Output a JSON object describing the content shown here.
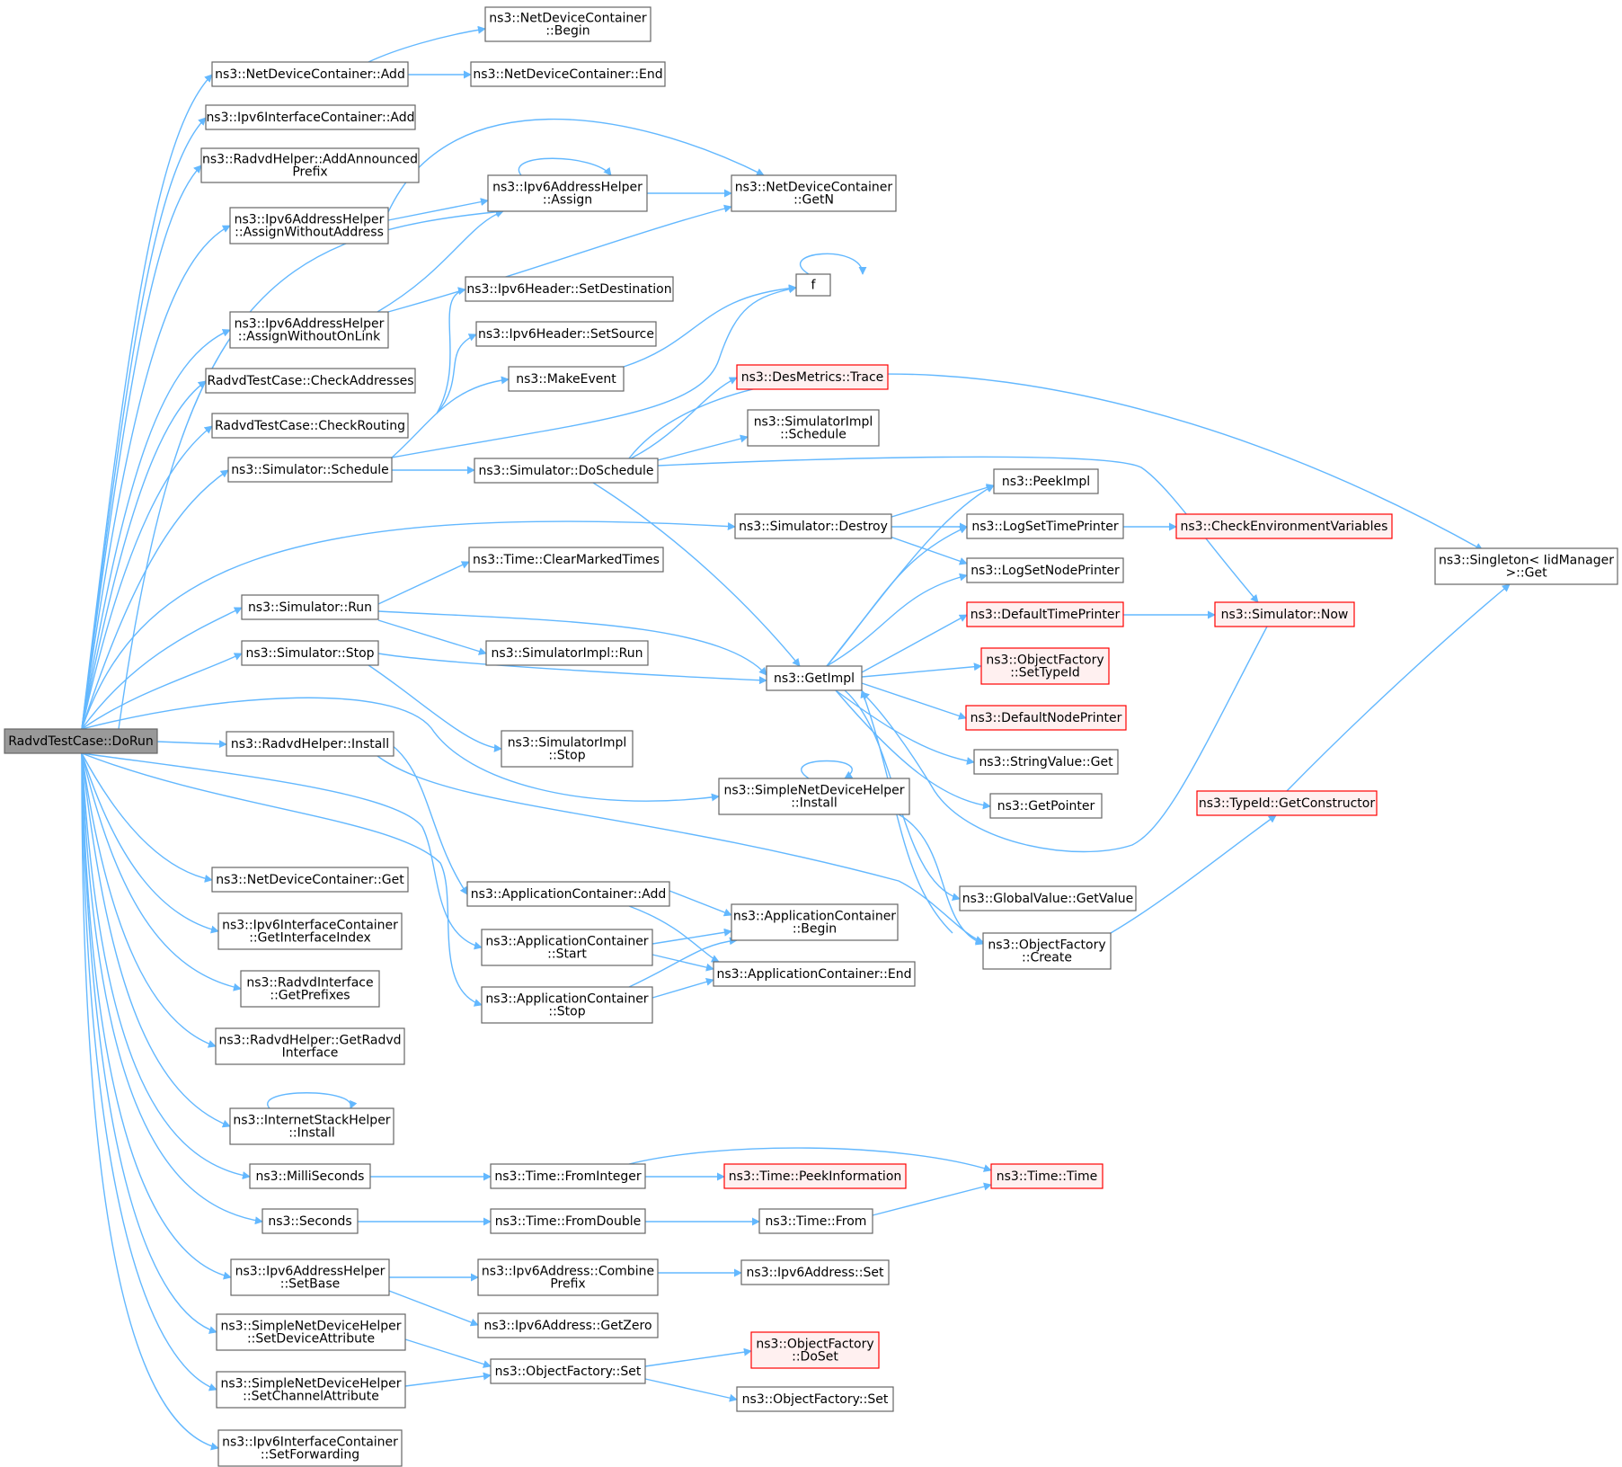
{
  "colors": {
    "edge": "#63b8ff",
    "node_border": "#666666",
    "node_fill": "#ffffff",
    "root_fill": "#999999",
    "truncated_border": "#ff0000",
    "truncated_fill": "#fff0f0"
  },
  "nodes": [
    {
      "id": "root",
      "lines": [
        "RadvdTestCase::DoRun"
      ],
      "kind": "root"
    },
    {
      "id": "ndc_add",
      "lines": [
        "ns3::NetDeviceContainer::Add"
      ],
      "kind": "normal"
    },
    {
      "id": "ndc_begin",
      "lines": [
        "ns3::NetDeviceContainer",
        "::Begin"
      ],
      "kind": "normal"
    },
    {
      "id": "ndc_end",
      "lines": [
        "ns3::NetDeviceContainer::End"
      ],
      "kind": "normal"
    },
    {
      "id": "iic_add",
      "lines": [
        "ns3::Ipv6InterfaceContainer::Add"
      ],
      "kind": "normal"
    },
    {
      "id": "rh_addann",
      "lines": [
        "ns3::RadvdHelper::AddAnnounced",
        "Prefix"
      ],
      "kind": "normal"
    },
    {
      "id": "iah_assign",
      "lines": [
        "ns3::Ipv6AddressHelper",
        "::Assign"
      ],
      "kind": "normal"
    },
    {
      "id": "ndc_getn",
      "lines": [
        "ns3::NetDeviceContainer",
        "::GetN"
      ],
      "kind": "normal"
    },
    {
      "id": "iah_awa",
      "lines": [
        "ns3::Ipv6AddressHelper",
        "::AssignWithoutAddress"
      ],
      "kind": "normal"
    },
    {
      "id": "iah_awol",
      "lines": [
        "ns3::Ipv6AddressHelper",
        "::AssignWithoutOnLink"
      ],
      "kind": "normal"
    },
    {
      "id": "f",
      "lines": [
        "f"
      ],
      "kind": "normal"
    },
    {
      "id": "ih_setdest",
      "lines": [
        "ns3::Ipv6Header::SetDestination"
      ],
      "kind": "normal"
    },
    {
      "id": "ih_setsrc",
      "lines": [
        "ns3::Ipv6Header::SetSource"
      ],
      "kind": "normal"
    },
    {
      "id": "rtc_checkaddr",
      "lines": [
        "RadvdTestCase::CheckAddresses"
      ],
      "kind": "normal"
    },
    {
      "id": "makeevent",
      "lines": [
        "ns3::MakeEvent"
      ],
      "kind": "normal"
    },
    {
      "id": "desmetrics",
      "lines": [
        "ns3::DesMetrics::Trace"
      ],
      "kind": "truncated"
    },
    {
      "id": "rtc_checkrouting",
      "lines": [
        "RadvdTestCase::CheckRouting"
      ],
      "kind": "normal"
    },
    {
      "id": "simimpl_schedule",
      "lines": [
        "ns3::SimulatorImpl",
        "::Schedule"
      ],
      "kind": "normal"
    },
    {
      "id": "sim_schedule",
      "lines": [
        "ns3::Simulator::Schedule"
      ],
      "kind": "normal"
    },
    {
      "id": "sim_doschedule",
      "lines": [
        "ns3::Simulator::DoSchedule"
      ],
      "kind": "normal"
    },
    {
      "id": "peekimpl",
      "lines": [
        "ns3::PeekImpl"
      ],
      "kind": "normal"
    },
    {
      "id": "sim_destroy",
      "lines": [
        "ns3::Simulator::Destroy"
      ],
      "kind": "normal"
    },
    {
      "id": "logsettime",
      "lines": [
        "ns3::LogSetTimePrinter"
      ],
      "kind": "normal"
    },
    {
      "id": "checkenv",
      "lines": [
        "ns3::CheckEnvironmentVariables"
      ],
      "kind": "truncated"
    },
    {
      "id": "singleton_get",
      "lines": [
        "ns3::Singleton< IidManager",
        "  >::Get"
      ],
      "kind": "normal"
    },
    {
      "id": "time_clearmarked",
      "lines": [
        "ns3::Time::ClearMarkedTimes"
      ],
      "kind": "normal"
    },
    {
      "id": "logsetnode",
      "lines": [
        "ns3::LogSetNodePrinter"
      ],
      "kind": "normal"
    },
    {
      "id": "sim_run",
      "lines": [
        "ns3::Simulator::Run"
      ],
      "kind": "normal"
    },
    {
      "id": "deftimeprinter",
      "lines": [
        "ns3::DefaultTimePrinter"
      ],
      "kind": "truncated"
    },
    {
      "id": "sim_now",
      "lines": [
        "ns3::Simulator::Now"
      ],
      "kind": "truncated"
    },
    {
      "id": "simimpl_run",
      "lines": [
        "ns3::SimulatorImpl::Run"
      ],
      "kind": "normal"
    },
    {
      "id": "sim_stop",
      "lines": [
        "ns3::Simulator::Stop"
      ],
      "kind": "normal"
    },
    {
      "id": "getimpl",
      "lines": [
        "ns3::GetImpl"
      ],
      "kind": "normal"
    },
    {
      "id": "of_settypeid",
      "lines": [
        "ns3::ObjectFactory",
        "::SetTypeId"
      ],
      "kind": "truncated"
    },
    {
      "id": "defnodeprinter",
      "lines": [
        "ns3::DefaultNodePrinter"
      ],
      "kind": "truncated"
    },
    {
      "id": "rh_install",
      "lines": [
        "ns3::RadvdHelper::Install"
      ],
      "kind": "normal"
    },
    {
      "id": "simimpl_stop",
      "lines": [
        "ns3::SimulatorImpl",
        "::Stop"
      ],
      "kind": "normal"
    },
    {
      "id": "stringvalue_get",
      "lines": [
        "ns3::StringValue::Get"
      ],
      "kind": "normal"
    },
    {
      "id": "sndh_install",
      "lines": [
        "ns3::SimpleNetDeviceHelper",
        "::Install"
      ],
      "kind": "normal"
    },
    {
      "id": "getpointer",
      "lines": [
        "ns3::GetPointer"
      ],
      "kind": "normal"
    },
    {
      "id": "typeid_getctor",
      "lines": [
        "ns3::TypeId::GetConstructor"
      ],
      "kind": "truncated"
    },
    {
      "id": "ndc_get",
      "lines": [
        "ns3::NetDeviceContainer::Get"
      ],
      "kind": "normal"
    },
    {
      "id": "appc_add",
      "lines": [
        "ns3::ApplicationContainer::Add"
      ],
      "kind": "normal"
    },
    {
      "id": "globalvalue_get",
      "lines": [
        "ns3::GlobalValue::GetValue"
      ],
      "kind": "normal"
    },
    {
      "id": "iic_getidx",
      "lines": [
        "ns3::Ipv6InterfaceContainer",
        "::GetInterfaceIndex"
      ],
      "kind": "normal"
    },
    {
      "id": "appc_begin",
      "lines": [
        "ns3::ApplicationContainer",
        "::Begin"
      ],
      "kind": "normal"
    },
    {
      "id": "appc_start",
      "lines": [
        "ns3::ApplicationContainer",
        "::Start"
      ],
      "kind": "normal"
    },
    {
      "id": "of_create",
      "lines": [
        "ns3::ObjectFactory",
        "::Create"
      ],
      "kind": "normal"
    },
    {
      "id": "appc_end",
      "lines": [
        "ns3::ApplicationContainer::End"
      ],
      "kind": "normal"
    },
    {
      "id": "ri_getprefixes",
      "lines": [
        "ns3::RadvdInterface",
        "::GetPrefixes"
      ],
      "kind": "normal"
    },
    {
      "id": "appc_stop",
      "lines": [
        "ns3::ApplicationContainer",
        "::Stop"
      ],
      "kind": "normal"
    },
    {
      "id": "rh_getradvd",
      "lines": [
        "ns3::RadvdHelper::GetRadvd",
        "Interface"
      ],
      "kind": "normal"
    },
    {
      "id": "ish_install",
      "lines": [
        "ns3::InternetStackHelper",
        "::Install"
      ],
      "kind": "normal"
    },
    {
      "id": "ms",
      "lines": [
        "ns3::MilliSeconds"
      ],
      "kind": "normal"
    },
    {
      "id": "time_fromint",
      "lines": [
        "ns3::Time::FromInteger"
      ],
      "kind": "normal"
    },
    {
      "id": "time_peekinfo",
      "lines": [
        "ns3::Time::PeekInformation"
      ],
      "kind": "truncated"
    },
    {
      "id": "time_time",
      "lines": [
        "ns3::Time::Time"
      ],
      "kind": "truncated"
    },
    {
      "id": "seconds",
      "lines": [
        "ns3::Seconds"
      ],
      "kind": "normal"
    },
    {
      "id": "time_fromdouble",
      "lines": [
        "ns3::Time::FromDouble"
      ],
      "kind": "normal"
    },
    {
      "id": "time_from",
      "lines": [
        "ns3::Time::From"
      ],
      "kind": "normal"
    },
    {
      "id": "iah_setbase",
      "lines": [
        "ns3::Ipv6AddressHelper",
        "::SetBase"
      ],
      "kind": "normal"
    },
    {
      "id": "ia_combine",
      "lines": [
        "ns3::Ipv6Address::Combine",
        "Prefix"
      ],
      "kind": "normal"
    },
    {
      "id": "ia_set",
      "lines": [
        "ns3::Ipv6Address::Set"
      ],
      "kind": "normal"
    },
    {
      "id": "ia_getzero",
      "lines": [
        "ns3::Ipv6Address::GetZero"
      ],
      "kind": "normal"
    },
    {
      "id": "sndh_setdev",
      "lines": [
        "ns3::SimpleNetDeviceHelper",
        "::SetDeviceAttribute"
      ],
      "kind": "normal"
    },
    {
      "id": "of_doset",
      "lines": [
        "ns3::ObjectFactory",
        "::DoSet"
      ],
      "kind": "truncated"
    },
    {
      "id": "of_set",
      "lines": [
        "ns3::ObjectFactory::Set"
      ],
      "kind": "normal"
    },
    {
      "id": "sndh_setch",
      "lines": [
        "ns3::SimpleNetDeviceHelper",
        "::SetChannelAttribute"
      ],
      "kind": "normal"
    },
    {
      "id": "of_set2",
      "lines": [
        "ns3::ObjectFactory::Set"
      ],
      "kind": "normal"
    },
    {
      "id": "iic_setfwd",
      "lines": [
        "ns3::Ipv6InterfaceContainer",
        "::SetForwarding"
      ],
      "kind": "normal"
    }
  ]
}
